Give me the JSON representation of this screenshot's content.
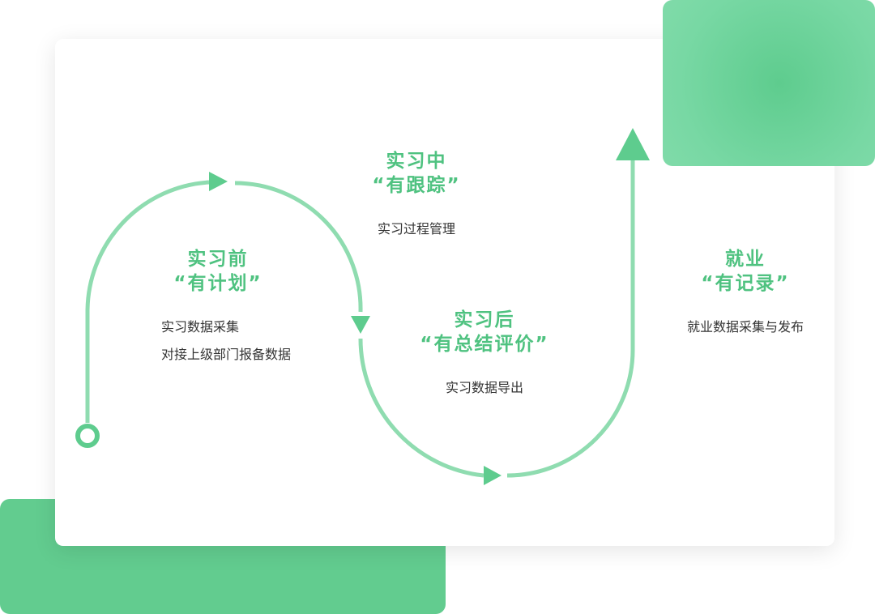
{
  "colors": {
    "accent": "#4fc280",
    "path": "#8fdcb0",
    "deco": "#62cc8f",
    "text": "#333333"
  },
  "stages": [
    {
      "title": "实习前",
      "subtitle": "“有计划”",
      "items": [
        "实习数据采集",
        "对接上级部门报备数据"
      ]
    },
    {
      "title": "实习中",
      "subtitle": "“有跟踪”",
      "items": [
        "实习过程管理"
      ]
    },
    {
      "title": "实习后",
      "subtitle": "“有总结评价”",
      "items": [
        "实习数据导出"
      ]
    },
    {
      "title": "就业",
      "subtitle": "“有记录”",
      "items": [
        "就业数据采集与发布"
      ]
    }
  ]
}
